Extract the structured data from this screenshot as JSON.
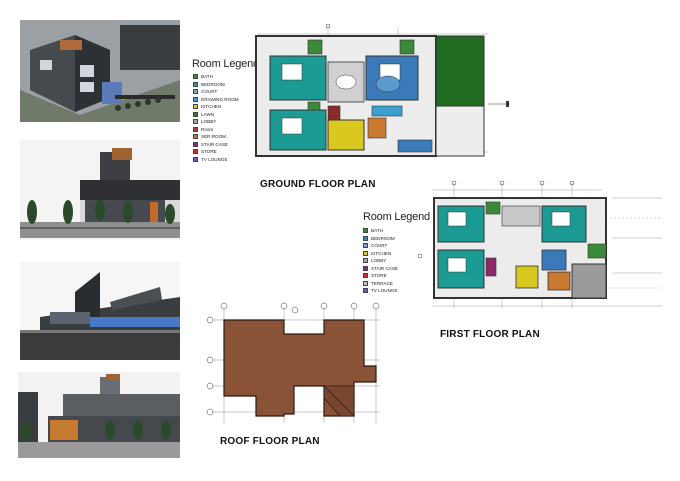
{
  "ground_floor": {
    "legend_title": "Room Legend",
    "legend": [
      {
        "label": "BATH",
        "color": "#3a8a3a"
      },
      {
        "label": "BEDROOM",
        "color": "#2a9a9a"
      },
      {
        "label": "COURT",
        "color": "#8aa0b8"
      },
      {
        "label": "DRAWING ROOM",
        "color": "#4a9ad0"
      },
      {
        "label": "KITCHEN",
        "color": "#d8d020"
      },
      {
        "label": "LAWN",
        "color": "#2e7a2e"
      },
      {
        "label": "LOBBY",
        "color": "#a8a8a8"
      },
      {
        "label": "Room",
        "color": "#a04040"
      },
      {
        "label": "SER.ROOM",
        "color": "#c87830"
      },
      {
        "label": "STAIR CASE",
        "color": "#8a2a6a"
      },
      {
        "label": "STORE",
        "color": "#c03030"
      },
      {
        "label": "TV LOUNGE",
        "color": "#6a5ac0"
      }
    ],
    "caption": "GROUND FLOOR PLAN"
  },
  "first_floor": {
    "legend_title": "Room Legend",
    "legend": [
      {
        "label": "BATH",
        "color": "#3a8a3a"
      },
      {
        "label": "BEDROOM",
        "color": "#2a9a9a"
      },
      {
        "label": "COURT",
        "color": "#8aa0b8"
      },
      {
        "label": "KITCHEN",
        "color": "#d8d020"
      },
      {
        "label": "LOBBY",
        "color": "#a8a8a8"
      },
      {
        "label": "STAIR CASE",
        "color": "#8a2a6a"
      },
      {
        "label": "STORE",
        "color": "#c03030"
      },
      {
        "label": "TERRACE",
        "color": "#c0c0c0"
      },
      {
        "label": "TV LOUNGE",
        "color": "#6a5ac0"
      }
    ],
    "caption": "FIRST FLOOR PLAN"
  },
  "roof": {
    "caption": "ROOF FLOOR PLAN"
  }
}
